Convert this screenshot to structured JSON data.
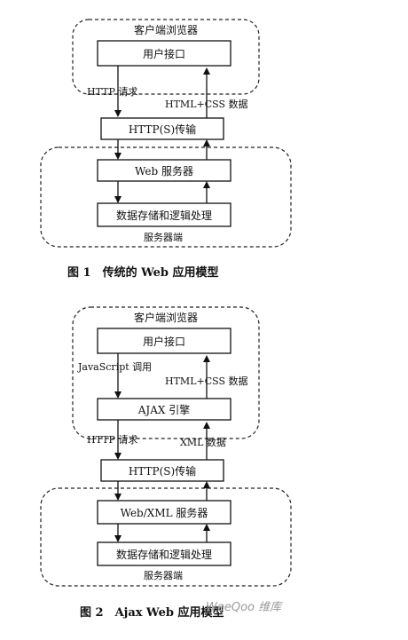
{
  "figure1": {
    "client_region": "客户端浏览器",
    "ui_box": "用户接口",
    "http_request": "HTTP 请求",
    "html_css_data": "HTML+CSS 数据",
    "transport_box": "HTTP(S)传输",
    "server_box": "Web 服务器",
    "storage_box": "数据存储和逻辑处理",
    "server_region": "服务器端",
    "caption": "图 1　传统的 Web 应用模型"
  },
  "figure2": {
    "client_region": "客户端浏览器",
    "ui_box": "用户接口",
    "js_call": "JavaScript 调用",
    "html_css_data": "HTML+CSS 数据",
    "ajax_box": "AJAX 引擎",
    "http_request": "HTTP 请求",
    "xml_data": "XML 数据",
    "transport_box": "HTTP(S)传输",
    "server_box": "Web/XML 服务器",
    "storage_box": "数据存储和逻辑处理",
    "server_region": "服务器端",
    "caption": "图 2　Ajax Web 应用模型"
  },
  "watermark": "WeeQoo 维库"
}
